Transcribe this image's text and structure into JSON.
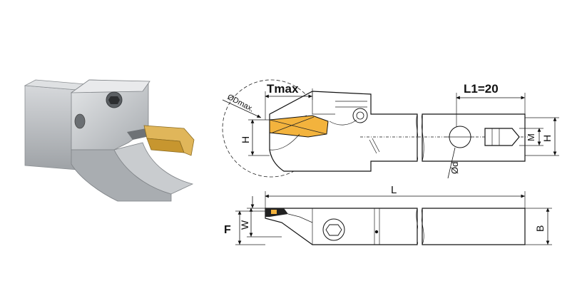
{
  "labels": {
    "tmax": "Tmax",
    "l1": "L1=20",
    "d_max": "ØDmax.",
    "h_left": "H",
    "m": "M",
    "h_right": "H",
    "d": "Ød",
    "l": "L",
    "f": "F",
    "w": "W",
    "b": "B"
  },
  "colors": {
    "insert": "#f3b33d",
    "body_gray": "#b9bcc0",
    "line": "#111111"
  }
}
